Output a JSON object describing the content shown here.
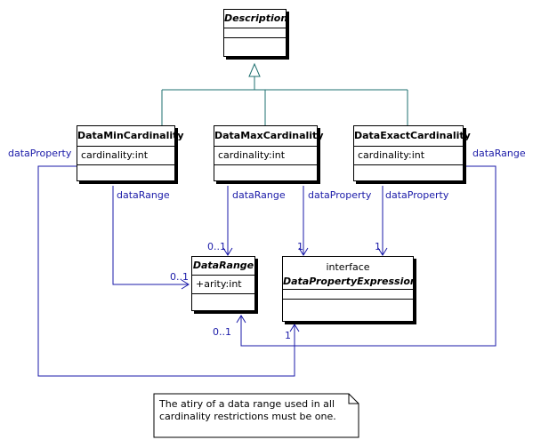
{
  "classes": {
    "description": {
      "name": "Description"
    },
    "min": {
      "name": "DataMinCardinality",
      "attr": "cardinality:int"
    },
    "max": {
      "name": "DataMaxCardinality",
      "attr": "cardinality:int"
    },
    "exact": {
      "name": "DataExactCardinality",
      "attr": "cardinality:int"
    },
    "datarange": {
      "name": "DataRange",
      "attr": "+arity:int"
    },
    "dpe": {
      "stereotype": "interface",
      "name": "DataPropertyExpression"
    }
  },
  "associations": {
    "min_dataProperty": "dataProperty",
    "min_dataRange": "dataRange",
    "max_dataRange": "dataRange",
    "max_dataProperty": "dataProperty",
    "exact_dataProperty": "dataProperty",
    "exact_dataRange": "dataRange"
  },
  "multiplicities": {
    "dr_top": "0..1",
    "dr_left": "0..1",
    "dr_bottom": "0..1",
    "dpe_top_left": "1",
    "dpe_top_right": "1",
    "dpe_bottom": "1"
  },
  "note": {
    "line1": "The atiry of a data range used in all",
    "line2": "cardinality restrictions must be one."
  },
  "colors": {
    "generalization": "#1e6f6f",
    "association": "#1a1aa8",
    "box_border": "#000000"
  }
}
